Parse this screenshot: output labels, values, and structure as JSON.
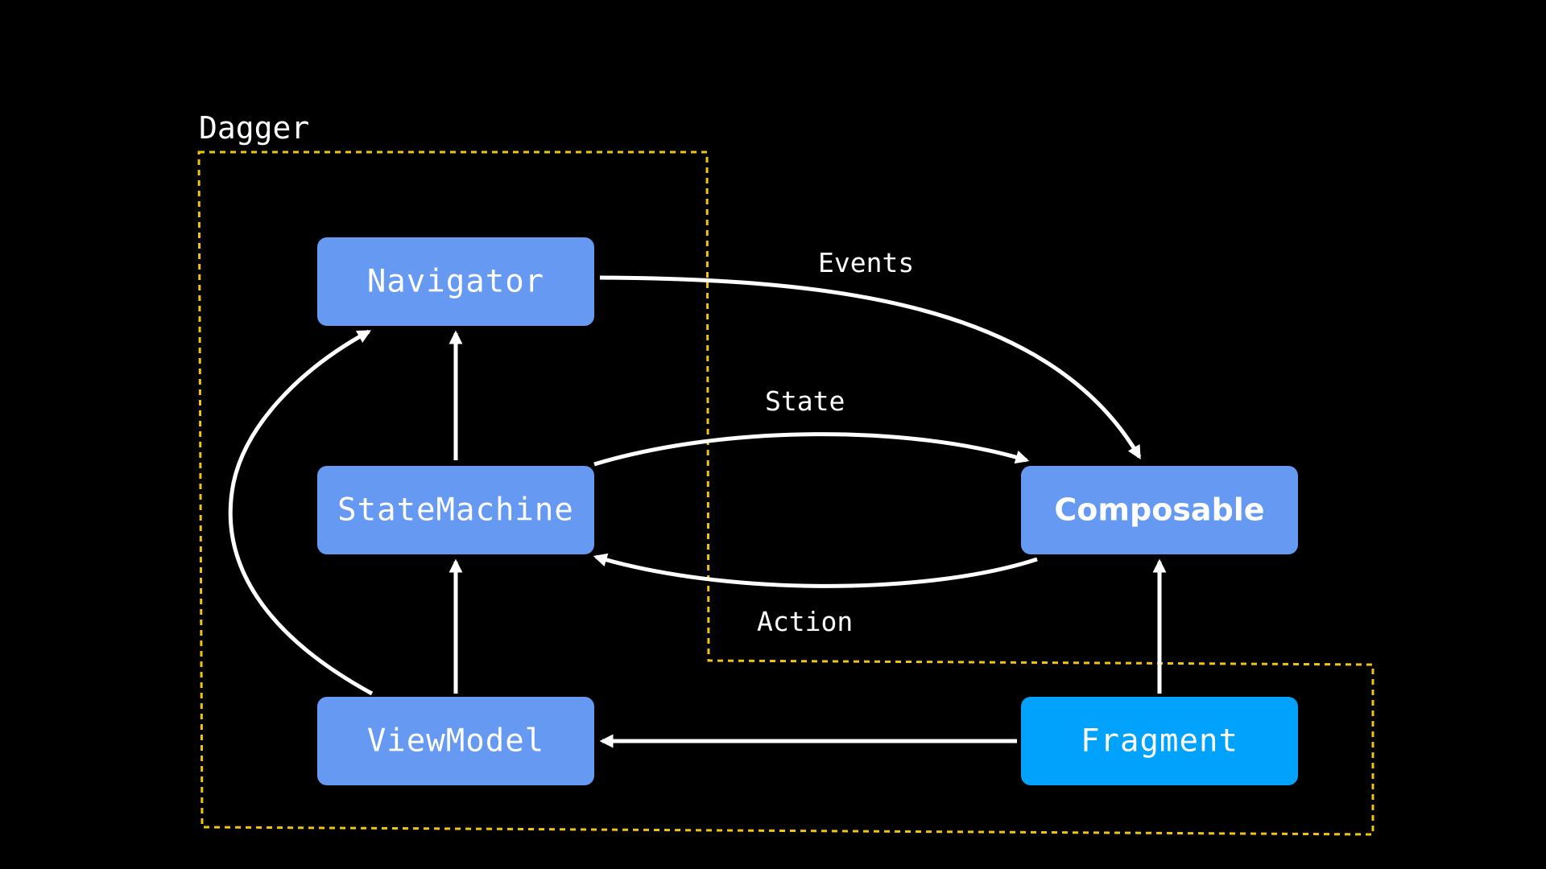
{
  "diagram": {
    "group": {
      "label": "Dagger"
    },
    "nodes": {
      "navigator": {
        "label": "Navigator"
      },
      "state_machine": {
        "label": "StateMachine"
      },
      "view_model": {
        "label": "ViewModel"
      },
      "composable": {
        "label": "Composable"
      },
      "fragment": {
        "label": "Fragment"
      }
    },
    "edges": {
      "events": {
        "label": "Events"
      },
      "state": {
        "label": "State"
      },
      "action": {
        "label": "Action"
      }
    }
  },
  "colors": {
    "background": "#000000",
    "node": "#6699f2",
    "fragment_node": "#00a2fb",
    "arrow": "#ffffff",
    "group_border": "#f1c40f"
  }
}
